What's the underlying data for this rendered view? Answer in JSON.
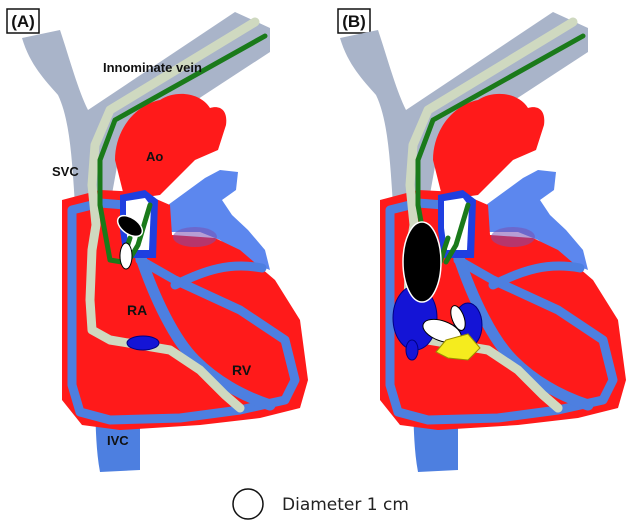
{
  "panels": [
    {
      "tag": "(A)",
      "labels": {
        "innominate": "Innominate vein",
        "svc": "SVC",
        "ao": "Ao",
        "ra": "RA",
        "rv": "RV",
        "ivc": "IVC"
      }
    },
    {
      "tag": "(B)"
    }
  ],
  "legend": {
    "text": "Diameter 1 cm"
  },
  "colors": {
    "vein": "#a9b4c9",
    "heart_red": "#ff1a1a",
    "chamber_blue": "#4d7fe0",
    "vessel_blue": "#5c87ee",
    "lead_outer": "#cfd9c0",
    "lead_inner": "#1a7a1a",
    "thrombus_black": "#000000",
    "thrombus_blue": "#1414d6",
    "thrombus_yellow": "#f5ec1e",
    "thrombus_white": "#ffffff"
  }
}
